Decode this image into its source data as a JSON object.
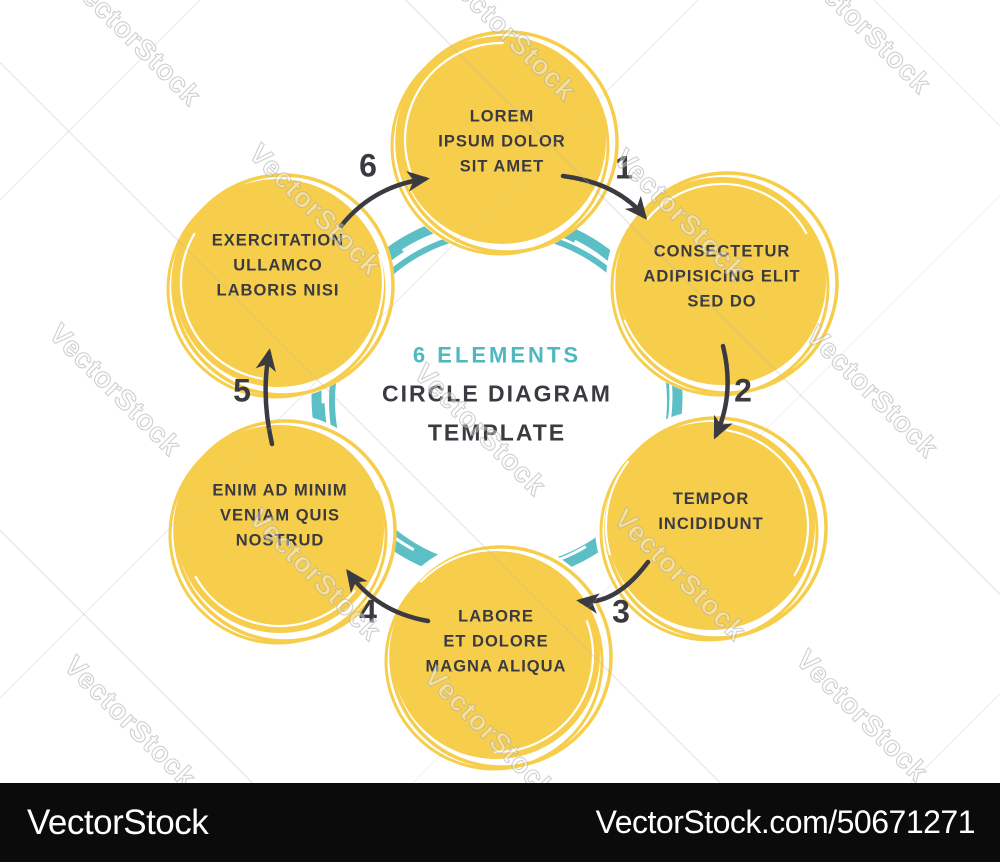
{
  "center": {
    "line1": "6 ELEMENTS",
    "line2": "CIRCLE DIAGRAM",
    "line3": "TEMPLATE"
  },
  "nodes": [
    {
      "step": "1",
      "lines": [
        "LOREM",
        "IPSUM DOLOR",
        "SIT AMET"
      ]
    },
    {
      "step": "2",
      "lines": [
        "CONSECTETUR",
        "ADIPISICING ELIT",
        "SED DO"
      ]
    },
    {
      "step": "3",
      "lines": [
        "TEMPOR",
        "INCIDIDUNT"
      ]
    },
    {
      "step": "4",
      "lines": [
        "LABORE",
        "ET DOLORE",
        "MAGNA ALIQUA"
      ]
    },
    {
      "step": "5",
      "lines": [
        "ENIM AD MINIM",
        "VENIAM QUIS",
        "NOSTRUD"
      ]
    },
    {
      "step": "6",
      "lines": [
        "EXERCITATION",
        "ULLAMCO",
        "LABORIS NISI"
      ]
    }
  ],
  "steps": [
    "1",
    "2",
    "3",
    "4",
    "5",
    "6"
  ],
  "watermark": {
    "text": "VectorStock"
  },
  "footer": {
    "logo": "VectorStock",
    "ref": "VectorStock.com/50671271"
  },
  "colors": {
    "circle_fill": "#F7CE4B",
    "ring_teal": "#5BBFC5",
    "accent_text": "#4DB8BF",
    "dark_text": "#3A3A40",
    "arrow": "#3A3A40",
    "footer_bg": "#0B0B0B",
    "watermark_gray": "#D8D8D8"
  }
}
